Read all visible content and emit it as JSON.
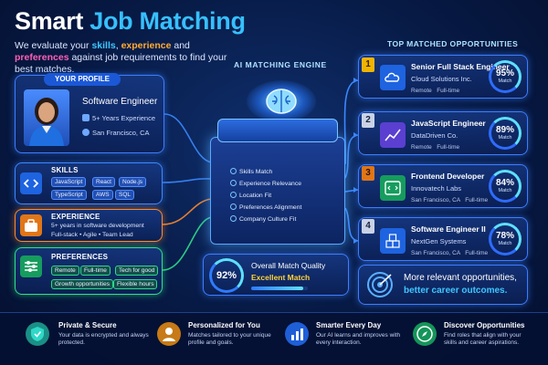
{
  "header": {
    "title_a": "Smart ",
    "title_b": "Job Matching",
    "sub_1": "We evaluate your ",
    "sub_skills": "skills",
    "sub_2": ", ",
    "sub_experience": "experience",
    "sub_3": " and ",
    "sub_preferences": "preferences",
    "sub_4": " against job requirements to find your best matches."
  },
  "profile": {
    "tag": "YOUR PROFILE",
    "role": "Software Engineer",
    "experience": "5+ Years Experience",
    "location": "San Francisco, CA"
  },
  "skills": {
    "title": "SKILLS",
    "chips": [
      "JavaScript",
      "React",
      "Node.js",
      "TypeScript",
      "AWS",
      "SQL"
    ]
  },
  "experience": {
    "title": "EXPERIENCE",
    "line1": "5+ years in software development",
    "line2": "Full-stack • Agile • Team Lead"
  },
  "preferences": {
    "title": "PREFERENCES",
    "chips": [
      "Remote",
      "Full-time",
      "Tech for good",
      "Growth opportunities",
      "Flexible hours"
    ]
  },
  "engine": {
    "label": "AI MATCHING ENGINE",
    "items": [
      "Skills Match",
      "Experience Relevance",
      "Location Fit",
      "Preferences Alignment",
      "Company Culture Fit"
    ]
  },
  "quality": {
    "percent": "92%",
    "value": 0.92,
    "label": "Overall Match Quality",
    "rating": "Excellent Match"
  },
  "matches": {
    "label": "TOP MATCHED OPPORTUNITIES",
    "jobs": [
      {
        "rank": "1",
        "title": "Senior Full Stack Engineer",
        "company": "Cloud Solutions Inc.",
        "mode": "Remote",
        "type": "Full-time",
        "percent": "95%",
        "match": "Match"
      },
      {
        "rank": "2",
        "title": "JavaScript Engineer",
        "company": "DataDriven Co.",
        "mode": "Remote",
        "type": "Full-time",
        "percent": "89%",
        "match": "Match"
      },
      {
        "rank": "3",
        "title": "Frontend Developer",
        "company": "Innovatech Labs",
        "mode": "San Francisco, CA",
        "type": "Full-time",
        "percent": "84%",
        "match": "Match"
      },
      {
        "rank": "4",
        "title": "Software Engineer II",
        "company": "NextGen Systems",
        "mode": "San Francisco, CA",
        "type": "Full-time",
        "percent": "78%",
        "match": "Match"
      }
    ]
  },
  "outcome": {
    "line1": "More relevant opportunities,",
    "line2": "better career outcomes."
  },
  "features": [
    {
      "title": "Private & Secure",
      "text": "Your data is encrypted and always protected.",
      "icon": "shield-check-icon",
      "color": "#2fd8c8"
    },
    {
      "title": "Personalized for You",
      "text": "Matches tailored to your unique profile and goals.",
      "icon": "user-icon",
      "color": "#ffad33"
    },
    {
      "title": "Smarter Every Day",
      "text": "Our AI learns and improves with every interaction.",
      "icon": "bar-chart-icon",
      "color": "#3b88ff"
    },
    {
      "title": "Discover Opportunities",
      "text": "Find roles that align with your skills and career aspirations.",
      "icon": "compass-icon",
      "color": "#2fe08a"
    }
  ]
}
